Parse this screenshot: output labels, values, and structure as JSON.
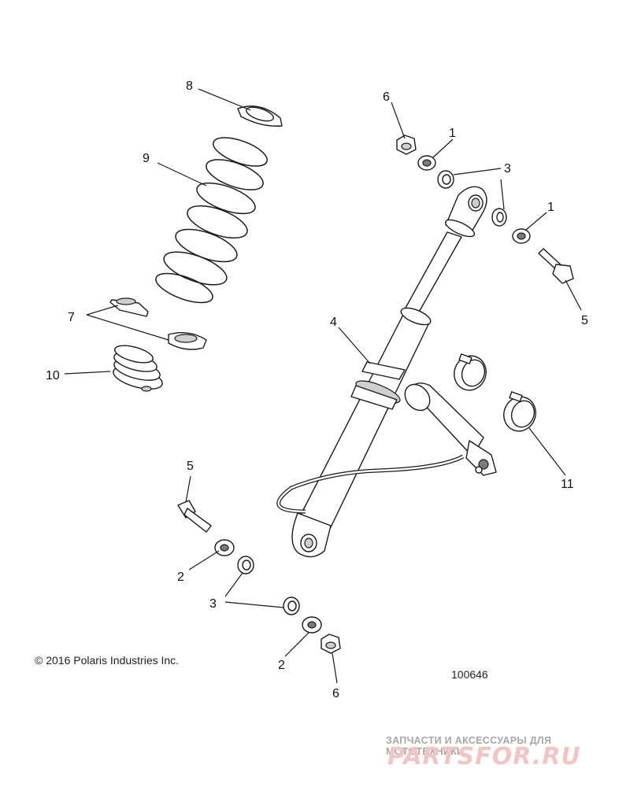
{
  "callouts": {
    "c8": "8",
    "c9": "9",
    "c7": "7",
    "c10": "10",
    "c6_top": "6",
    "c1_top": "1",
    "c3_top": "3",
    "c1_right": "1",
    "c5_right": "5",
    "c4": "4",
    "c11": "11",
    "c5_left": "5",
    "c2_left": "2",
    "c3_bottom": "3",
    "c2_bottom": "2",
    "c6_bottom": "6"
  },
  "footer": {
    "copyright": "© 2016 Polaris Industries Inc.",
    "drawing_number": "100646"
  },
  "watermark": {
    "tagline": "ЗАПЧАСТИ И АКСЕССУАРЫ ДЛЯ МОТОТЕХНИКИ",
    "logo": "PARTSFOR.RU"
  },
  "colors": {
    "line": "#1a1a1a",
    "watermark": "#f2c4c4",
    "background": "#ffffff"
  }
}
